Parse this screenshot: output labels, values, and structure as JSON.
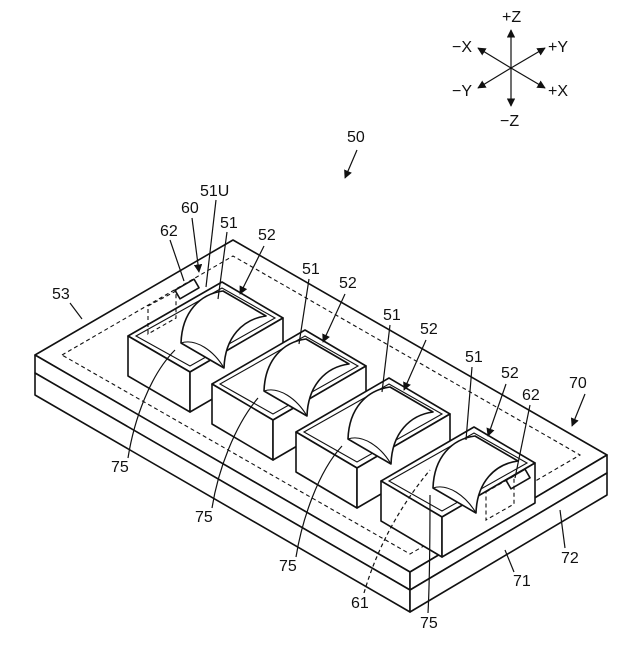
{
  "figure": {
    "axes": {
      "pz": "+Z",
      "nz": "−Z",
      "px": "+X",
      "nx": "−X",
      "py": "+Y",
      "ny": "−Y"
    },
    "labels": {
      "l50": "50",
      "l53": "53",
      "l70": "70",
      "l60": "60",
      "l51u": "51U",
      "l62": "62",
      "l51": "51",
      "l52": "52",
      "l75": "75",
      "l61": "61",
      "l71": "71",
      "l72": "72"
    }
  }
}
